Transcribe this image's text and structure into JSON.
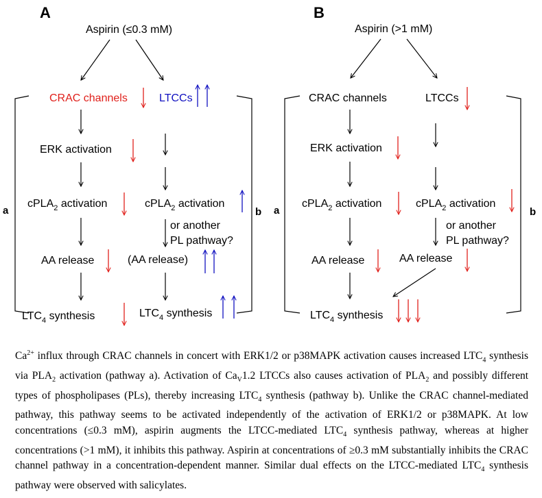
{
  "colors": {
    "decrease": "#e0201b",
    "increase": "#1010c0",
    "text": "#000000"
  },
  "panel_a": {
    "letter": "A",
    "aspirin": "Aspirin (≤0.3 mM)",
    "crac": "CRAC channels",
    "ltccs": "LTCCs",
    "erk": "ERK activation",
    "cpla_left_pre": "cPLA",
    "cpla_sub": "2",
    "cpla_post": " activation",
    "aa_release": "AA release",
    "ltc_pre": "LTC",
    "ltc_sub": "4",
    "ltc_post": " synthesis",
    "or_another": "or another",
    "pl_pathway": "PL pathway?",
    "aa_release_paren": "(AA release)",
    "side_left": "a",
    "side_right": "b"
  },
  "panel_b": {
    "letter": "B",
    "aspirin": "Aspirin (>1 mM)",
    "crac": "CRAC channels",
    "ltccs": "LTCCs",
    "erk": "ERK activation",
    "cpla_pre": "cPLA",
    "cpla_sub": "2",
    "cpla_post": " activation",
    "aa_release": "AA release",
    "ltc_pre": "LTC",
    "ltc_sub": "4",
    "ltc_post": " synthesis",
    "or_another": "or another",
    "pl_pathway": "PL pathway?",
    "side_left": "a",
    "side_right": "b"
  },
  "caption": {
    "s1": "Ca",
    "s1_sup": "2+",
    "s2": " influx through CRAC channels in concert with ERK1/2 or p38MAPK activation causes increased LTC",
    "s2_sub": "4",
    "s3": " synthesis via PLA",
    "s3_sub": "2",
    "s4": " activation (pathway a). Activation of Ca",
    "s4_sub": "V",
    "s5": "1.2 LTCCs also causes activation of PLA",
    "s5_sub": "2",
    "s6": " and possibly different types of phospholipases (PLs), thereby increasing LTC",
    "s6_sub": "4",
    "s7": " synthesis (pathway b). Unlike the CRAC channel-mediated pathway, this pathway seems to be activated independently of the activation of ERK1/2 or p38MAPK. At low concentrations (≤0.3 mM), aspirin augments the LTCC-mediated LTC",
    "s7_sub": "4",
    "s8": " synthesis pathway, whereas at higher concentrations (>1 mM), it inhibits this pathway. Aspirin at concentrations of ≥0.3 mM substantially inhibits the CRAC channel pathway in a concentration-dependent manner. Similar dual effects on the LTCC-mediated LTC",
    "s8_sub": "4",
    "s9": " synthesis pathway were observed with salicylates."
  }
}
